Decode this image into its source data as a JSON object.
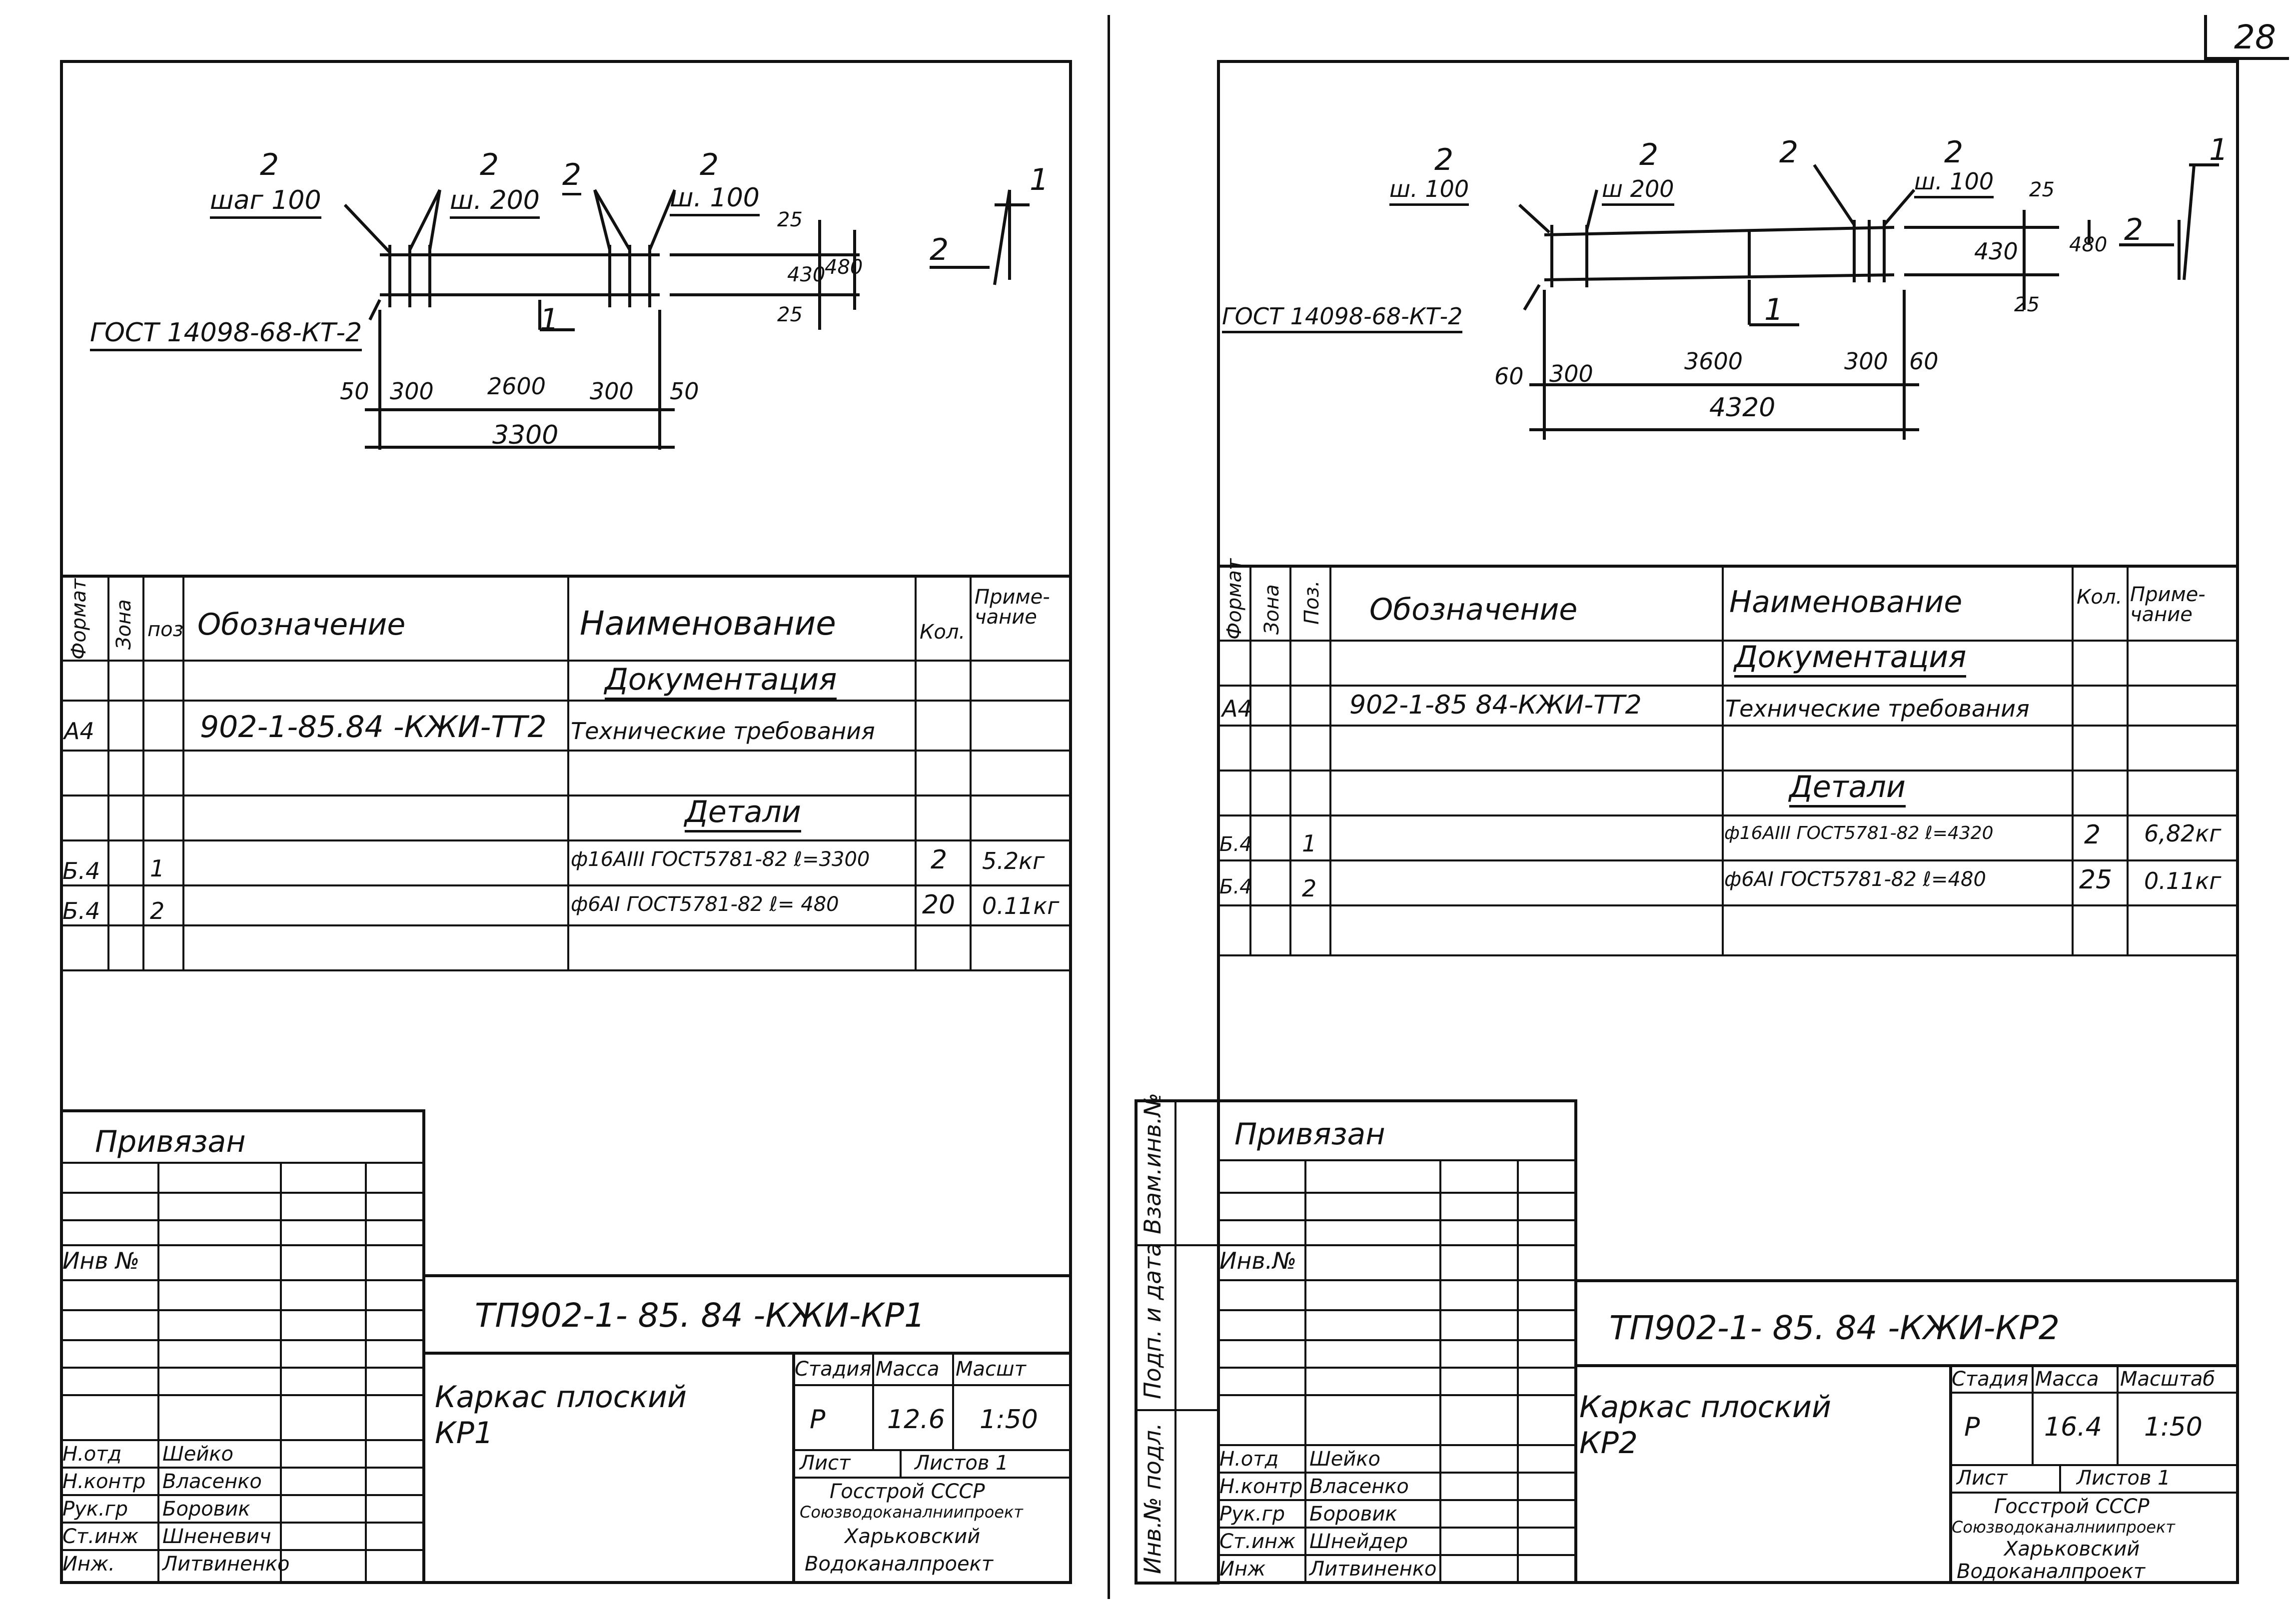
{
  "page_number": "28",
  "left": {
    "drawing": {
      "labels_top": [
        {
          "num": "2",
          "text": "шаг 100"
        },
        {
          "num": "2",
          "text": "ш. 200"
        },
        {
          "num": "2",
          "text": ""
        },
        {
          "num": "2",
          "text": "ш. 100"
        }
      ],
      "gost": "ГОСТ 14098-68-КТ-2",
      "pos1": "1",
      "dims_bottom": [
        "50",
        "300",
        "2600",
        "300",
        "50"
      ],
      "total": "3300",
      "dims_right": [
        "25",
        "430",
        "25",
        "480"
      ],
      "side_labels": [
        "2",
        "1"
      ]
    },
    "spec": {
      "headers": {
        "format": "Формат",
        "zone": "Зона",
        "pos": "поз",
        "designation": "Обозначение",
        "name": "Наименование",
        "qty": "Кол.",
        "note": "Приме-\nчание"
      },
      "section_doc": "Документация",
      "doc_row": {
        "format": "А4",
        "designation": "902-1-85.84 -КЖИ-ТТ2",
        "name": "Технические требования"
      },
      "section_parts": "Детали",
      "rows": [
        {
          "format": "Б.4",
          "pos": "1",
          "name": "ф16АIII ГОСТ5781-82 ℓ=3300",
          "qty": "2",
          "note": "5.2кг"
        },
        {
          "format": "Б.4",
          "pos": "2",
          "name": "ф6АI ГОСТ5781-82 ℓ= 480",
          "qty": "20",
          "note": "0.11кг"
        }
      ]
    },
    "title_block": {
      "privyazan": "Привязан",
      "inv": "Инв №",
      "code": "ТП902-1- 85. 84 -КЖИ-КР1",
      "name": "Каркас плоский КР1",
      "stage_hdr": "Стадия",
      "mass_hdr": "Масса",
      "scale_hdr": "Масшт",
      "stage": "Р",
      "mass": "12.6",
      "scale": "1:50",
      "sheet": "Лист",
      "sheets": "Листов 1",
      "org": [
        "Госстрой СССР",
        "Союзводоканалниипроект",
        "Харьковский",
        "Водоканалпроект"
      ],
      "staff": [
        {
          "role": "Н.отд",
          "name": "Шейко"
        },
        {
          "role": "Н.контр",
          "name": "Власенко"
        },
        {
          "role": "Рук.гр",
          "name": "Боровик"
        },
        {
          "role": "Ст.инж",
          "name": "Шненевич"
        },
        {
          "role": "Инж.",
          "name": "Литвиненко"
        }
      ]
    }
  },
  "right": {
    "drawing": {
      "labels_top": [
        {
          "num": "2",
          "text": "ш. 100"
        },
        {
          "num": "2",
          "text": "ш 200"
        },
        {
          "num": "2",
          "text": ""
        },
        {
          "num": "2",
          "text": "ш. 100"
        }
      ],
      "gost": "ГОСТ 14098-68-КТ-2",
      "pos1": "1",
      "dims_bottom": [
        "60",
        "300",
        "3600",
        "300",
        "60"
      ],
      "total": "4320",
      "dims_right": [
        "25",
        "430",
        "25",
        "480"
      ],
      "side_labels": [
        "2",
        "1"
      ]
    },
    "spec": {
      "headers": {
        "format": "Формат",
        "zone": "Зона",
        "pos": "Поз.",
        "designation": "Обозначение",
        "name": "Наименование",
        "qty": "Кол.",
        "note": "Приме-\nчание"
      },
      "section_doc": "Документация",
      "doc_row": {
        "format": "А4",
        "designation": "902-1-85 84-КЖИ-ТТ2",
        "name": "Технические требования"
      },
      "section_parts": "Детали",
      "rows": [
        {
          "format": "Б.4",
          "pos": "1",
          "name": "ф16АIII ГОСТ5781-82 ℓ=4320",
          "qty": "2",
          "note": "6,82кг"
        },
        {
          "format": "Б.4",
          "pos": "2",
          "name": "ф6АI ГОСТ5781-82 ℓ=480",
          "qty": "25",
          "note": "0.11кг"
        }
      ]
    },
    "side_stamps": [
      "Взам.инв.№",
      "Подп. и дата",
      "Инв.№ подл."
    ],
    "title_block": {
      "privyazan": "Привязан",
      "inv": "Инв.№",
      "code": "ТП902-1- 85. 84 -КЖИ-КР2",
      "name": "Каркас плоский КР2",
      "stage_hdr": "Стадия",
      "mass_hdr": "Масса",
      "scale_hdr": "Масштаб",
      "stage": "Р",
      "mass": "16.4",
      "scale": "1:50",
      "sheet": "Лист",
      "sheets": "Листов 1",
      "org": [
        "Госстрой СССР",
        "Союзводоканалниипроект",
        "Харьковский",
        "Водоканалпроект"
      ],
      "staff": [
        {
          "role": "Н.отд",
          "name": "Шейко"
        },
        {
          "role": "Н.контр",
          "name": "Власенко"
        },
        {
          "role": "Рук.гр",
          "name": "Боровик"
        },
        {
          "role": "Ст.инж",
          "name": "Шнейдер"
        },
        {
          "role": "Инж",
          "name": "Литвиненко"
        }
      ]
    }
  }
}
